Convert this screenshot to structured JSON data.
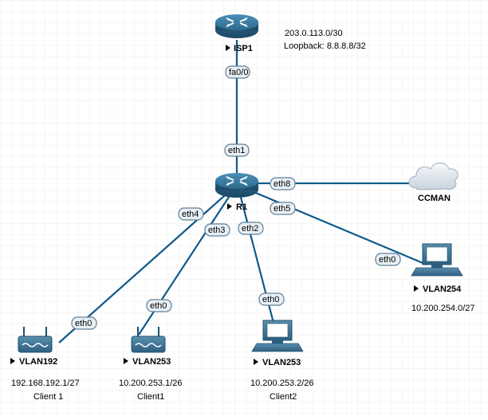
{
  "devices": {
    "isp1": {
      "label": "ISP1",
      "icon": "router-icon"
    },
    "r1": {
      "label": "R1",
      "icon": "router-icon"
    },
    "ccman": {
      "label": "CCMAN",
      "icon": "cloud-icon"
    },
    "vlan254": {
      "label": "VLAN254",
      "icon": "pc-icon"
    },
    "vlan192": {
      "label": "VLAN192",
      "icon": "access-point-icon"
    },
    "vlan253_ap": {
      "label": "VLAN253",
      "icon": "access-point-icon"
    },
    "vlan253_pc": {
      "label": "VLAN253",
      "icon": "pc-icon"
    }
  },
  "interfaces": {
    "isp1_fa00": "fa0/0",
    "r1_eth1": "eth1",
    "r1_eth8": "eth8",
    "r1_eth4": "eth4",
    "r1_eth3": "eth3",
    "r1_eth2": "eth2",
    "r1_eth5": "eth5",
    "vlan254_eth0": "eth0",
    "vlan192_eth0": "eth0",
    "vlan253ap_eth0": "eth0",
    "vlan253pc_eth0": "eth0"
  },
  "annotations": {
    "isp_subnet": "203.0.113.0/30",
    "isp_loopback": "Loopback: 8.8.8.8/32",
    "vlan254_net": "10.200.254.0/27",
    "vlan192_ip": "192.168.192.1/27",
    "vlan192_name": "Client 1",
    "vlan253ap_ip": "10.200.253.1/26",
    "vlan253ap_name": "Client1",
    "vlan253pc_ip": "10.200.253.2/26",
    "vlan253pc_name": "Client2"
  },
  "colors": {
    "link": "#0f5a8a",
    "router_body": "#2e6a8e",
    "pill_fill": "#e9f0f5",
    "grid": "#ececec"
  }
}
